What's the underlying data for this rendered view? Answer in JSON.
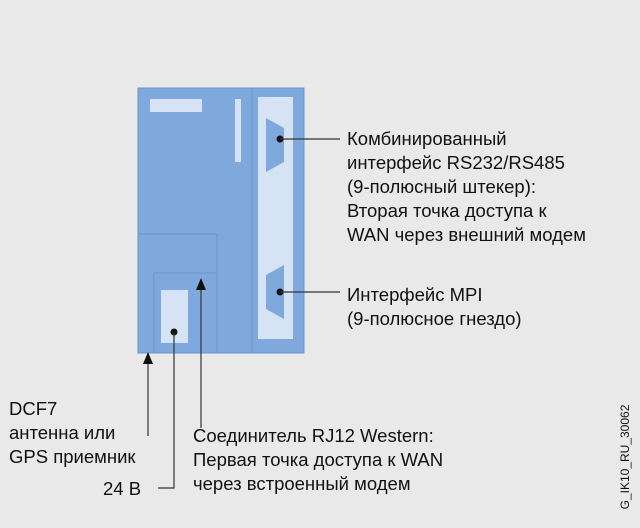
{
  "colors": {
    "background": "#e9e9e9",
    "module_body": "#7fa8dd",
    "module_light": "#d6e3f5",
    "module_border": "#6a96cf",
    "leader_line": "#333333"
  },
  "labels": {
    "rs232": {
      "lines": [
        "Комбинированный",
        "интерфейс RS232/RS485",
        "(9-полюсный штекер):",
        "Вторая точка доступа к",
        "WAN через внешний модем"
      ]
    },
    "mpi": {
      "lines": [
        "Интерфейс MPI",
        "(9-полюсное гнездо)"
      ]
    },
    "dcf7": {
      "lines": [
        "DCF7",
        "антенна или",
        "GPS приемник"
      ]
    },
    "rj12": {
      "lines": [
        "Соединитель RJ12 Western:",
        "Первая точка доступа к WAN",
        "через встроенный модем"
      ]
    },
    "power": {
      "lines": [
        "24 В"
      ]
    }
  },
  "doc_id": "G_IK10_RU_30062"
}
